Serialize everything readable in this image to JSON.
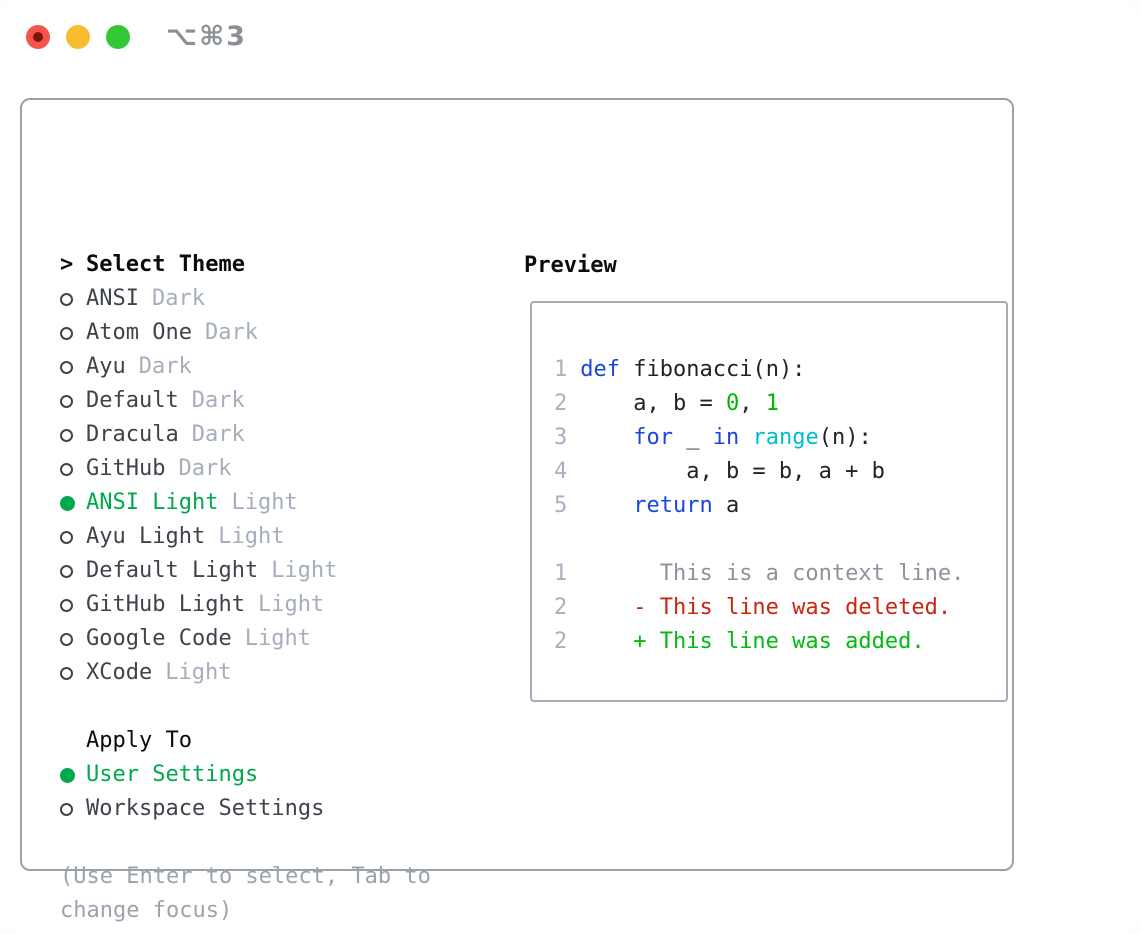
{
  "titlebar": {
    "shortcut": "⌥⌘3"
  },
  "colors": {
    "accent_green": "#00a94c",
    "keyword_blue": "#1a46e0",
    "function_cyan": "#00bcd0",
    "literal_green": "#00b700",
    "deleted_red": "#c9250f",
    "added_green": "#00bb10",
    "context_gray": "#8d939d",
    "line_number_gray": "#a8b0bd",
    "traffic_red": "#f4544d",
    "traffic_yellow": "#f7bd2f",
    "traffic_green": "#32c736"
  },
  "panel": {
    "select_theme": {
      "prefix": ">",
      "title": "Select Theme",
      "items": [
        {
          "name": "ANSI",
          "variant": "Dark",
          "selected": false
        },
        {
          "name": "Atom One",
          "variant": "Dark",
          "selected": false
        },
        {
          "name": "Ayu",
          "variant": "Dark",
          "selected": false
        },
        {
          "name": "Default",
          "variant": "Dark",
          "selected": false
        },
        {
          "name": "Dracula",
          "variant": "Dark",
          "selected": false
        },
        {
          "name": "GitHub",
          "variant": "Dark",
          "selected": false
        },
        {
          "name": "ANSI Light",
          "variant": "Light",
          "selected": true
        },
        {
          "name": "Ayu Light",
          "variant": "Light",
          "selected": false
        },
        {
          "name": "Default Light",
          "variant": "Light",
          "selected": false
        },
        {
          "name": "GitHub Light",
          "variant": "Light",
          "selected": false
        },
        {
          "name": "Google Code",
          "variant": "Light",
          "selected": false
        },
        {
          "name": "XCode",
          "variant": "Light",
          "selected": false
        }
      ]
    },
    "apply_to": {
      "title": "Apply To",
      "options": [
        {
          "label": "User Settings",
          "selected": true
        },
        {
          "label": "Workspace Settings",
          "selected": false
        }
      ]
    },
    "hint": "(Use Enter to select, Tab to change focus)"
  },
  "preview": {
    "title": "Preview",
    "lines": [
      {
        "num": "1",
        "tokens": [
          [
            "kw",
            "def"
          ],
          [
            "fg",
            " fibonacci(n):"
          ]
        ]
      },
      {
        "num": "2",
        "tokens": [
          [
            "fg",
            "    a, b = "
          ],
          [
            "lit",
            "0"
          ],
          [
            "fg",
            ", "
          ],
          [
            "lit",
            "1"
          ]
        ]
      },
      {
        "num": "3",
        "tokens": [
          [
            "fg",
            "    "
          ],
          [
            "kw",
            "for"
          ],
          [
            "fg",
            " _ "
          ],
          [
            "kw",
            "in"
          ],
          [
            "fg",
            " "
          ],
          [
            "fn",
            "range"
          ],
          [
            "fg",
            "(n):"
          ]
        ]
      },
      {
        "num": "4",
        "tokens": [
          [
            "fg",
            "        a, b = b, a + b"
          ]
        ]
      },
      {
        "num": "5",
        "tokens": [
          [
            "fg",
            "    "
          ],
          [
            "kw",
            "return"
          ],
          [
            "fg",
            " a"
          ]
        ]
      },
      {
        "num": "",
        "tokens": []
      },
      {
        "num": "1",
        "tokens": [
          [
            "ctx",
            "      This is a context line."
          ]
        ]
      },
      {
        "num": "2",
        "tokens": [
          [
            "del",
            "    - This line was deleted."
          ]
        ]
      },
      {
        "num": "2",
        "tokens": [
          [
            "add",
            "    + This line was added."
          ]
        ]
      }
    ]
  }
}
